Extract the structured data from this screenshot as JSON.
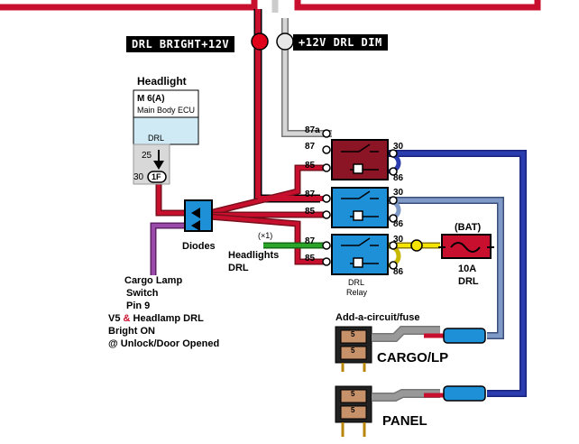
{
  "labels": {
    "drl_bright": "DRL BRIGHT+12V",
    "drl_dim": "+12V DRL DIM",
    "headlight": "Headlight",
    "ecu_model": "M 6(A)",
    "ecu_name": "Main Body ECU",
    "drl": "DRL",
    "pin_25": "25",
    "pin_30": "30",
    "pin_1f": "1F",
    "diodes": "Diodes",
    "cargo_lamp_switch_1": "Cargo Lamp",
    "cargo_lamp_switch_2": "Switch",
    "cargo_lamp_switch_3": "Pin 9",
    "v5_prefix": "V5",
    "amp": "&",
    "v5_suffix": "Headlamp DRL",
    "bright_on": "Bright ON",
    "unlock": "@ Unlock/Door Opened",
    "relay_87a": "87a",
    "relay_87": "87",
    "relay_85": "85",
    "relay_30": "30",
    "relay_86": "86",
    "x1": "(×1)",
    "headlights_1": "Headlights",
    "headlights_2": "DRL",
    "drl_relay_1": "DRL",
    "drl_relay_2": "Relay",
    "bat": "(BAT)",
    "fuse_rating": "10A",
    "fuse_name": "DRL",
    "add_a_circuit": "Add-a-circuit/fuse",
    "cargo_lp": "CARGO/LP",
    "panel": "PANEL",
    "fuse_5": "5"
  },
  "colors": {
    "red": "#c8102e",
    "dark_red": "#7a0f1c",
    "gray": "#b8b8b8",
    "blue_light": "#7f9ac6",
    "blue_dark": "#2a3cae",
    "relay_blue": "#1e90d8",
    "green": "#2aa52a",
    "yellow": "#f5e400",
    "purple": "#9a4aa8",
    "ecu_blue": "#cfeaf5"
  }
}
